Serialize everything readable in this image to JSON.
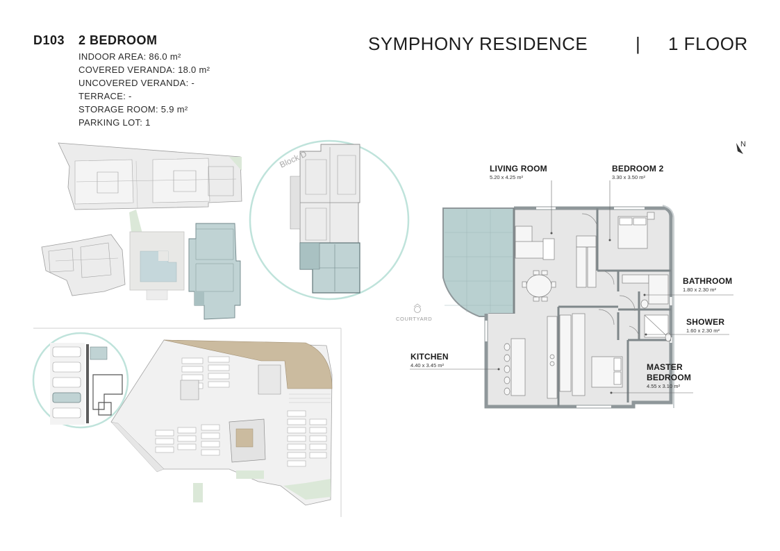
{
  "unit": {
    "code": "D103",
    "type": "2 BEDROOM",
    "specs": [
      "INDOOR AREA: 86.0 m²",
      "COVERED VERANDA: 18.0 m²",
      "UNCOVERED VERANDA: -",
      "TERRACE: -",
      "STORAGE ROOM: 5.9 m²",
      "PARKING LOT: 1"
    ]
  },
  "header": {
    "project": "SYMPHONY RESIDENCE",
    "separator": "|",
    "floor": "1 FLOOR"
  },
  "site_plan": {
    "block_label": "Block D"
  },
  "floor_plan": {
    "compass": "N",
    "courtyard": "COURTYARD",
    "rooms": [
      {
        "name": "LIVING ROOM",
        "size": "5.20 x 4.25 m²"
      },
      {
        "name": "BEDROOM 2",
        "size": "3.30 x 3.50 m²"
      },
      {
        "name": "BATHROOM",
        "size": "1.80 x 2.30 m²"
      },
      {
        "name": "SHOWER",
        "size": "1.60 x 2.30 m²"
      },
      {
        "name": "KITCHEN",
        "size": "4.40 x 3.45 m²"
      },
      {
        "name": "MASTER BEDROOM",
        "size": "4.55 x 3.10 m²"
      }
    ]
  },
  "colors": {
    "highlight": "#b9d0d0",
    "circle": "#bfe3db",
    "wall": "#8f979a",
    "building_grey": "#e9e9e9",
    "podium_tan": "#c9b79b"
  }
}
